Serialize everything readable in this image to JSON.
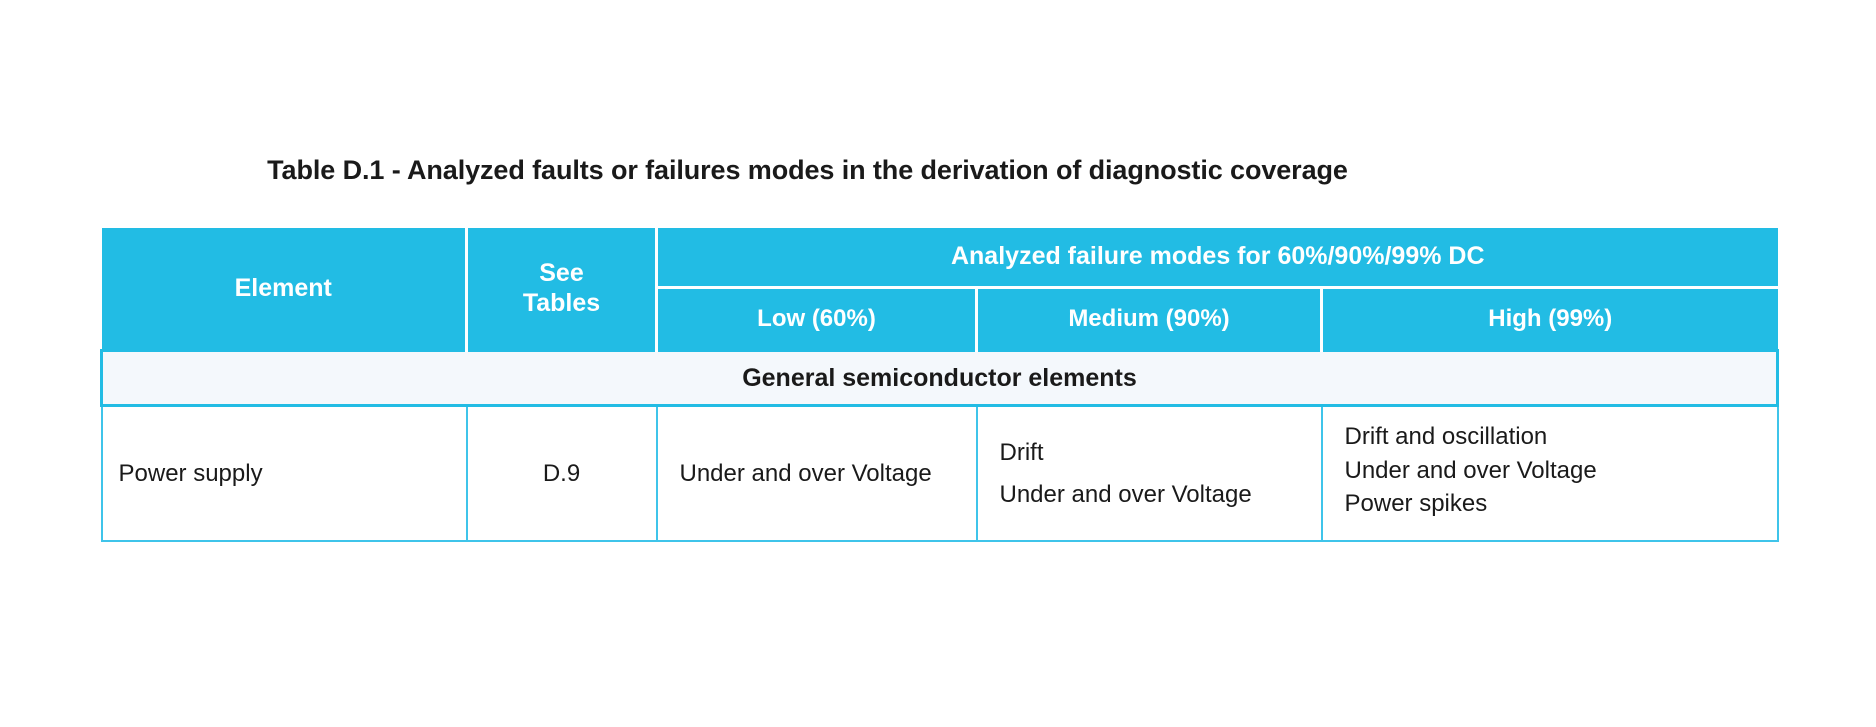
{
  "document": {
    "title": "Table D.1 - Analyzed faults or failures modes in the derivation of diagnostic coverage"
  },
  "colors": {
    "header_background": "#22bce4",
    "header_text": "#ffffff",
    "section_band_background": "#f4f8fc",
    "border": "#3fc4ea",
    "body_text": "#1a1a1a",
    "page_background": "#ffffff"
  },
  "table": {
    "header": {
      "element": "Element",
      "see_tables": "See\nTables",
      "see_tables_line1": "See",
      "see_tables_line2": "Tables",
      "group_title": "Analyzed failure modes for 60%/90%/99% DC",
      "sub_columns": [
        "Low (60%)",
        "Medium (90%)",
        "High (99%)"
      ],
      "low": "Low (60%)",
      "medium": "Medium (90%)",
      "high": "High (99%)"
    },
    "sections": [
      {
        "section_title": "General semiconductor elements",
        "rows": [
          {
            "element": "Power supply",
            "see_tables": "D.9",
            "low": [
              "Under and over Voltage"
            ],
            "medium": [
              "Drift",
              "Under and over Voltage"
            ],
            "high": [
              "Drift and oscillation",
              "Under and over Voltage",
              "Power spikes"
            ]
          }
        ]
      }
    ]
  }
}
